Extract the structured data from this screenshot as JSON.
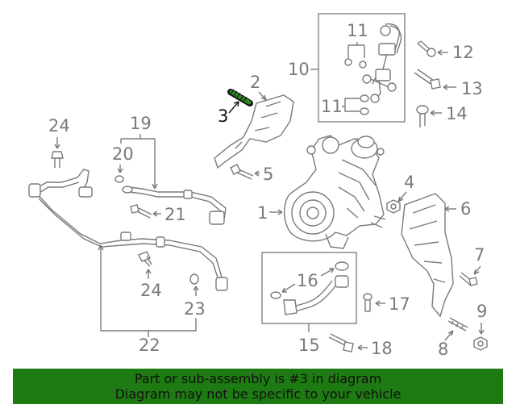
{
  "labels": {
    "l1": "1",
    "l2": "2",
    "l3": "3",
    "l4": "4",
    "l5": "5",
    "l6": "6",
    "l7": "7",
    "l8": "8",
    "l9": "9",
    "l10": "10",
    "l11a": "11",
    "l11b": "11",
    "l12": "12",
    "l13": "13",
    "l14": "14",
    "l15": "15",
    "l16": "16",
    "l17": "17",
    "l18": "18",
    "l19": "19",
    "l20": "20",
    "l21": "21",
    "l22": "22",
    "l23": "23",
    "l24a": "24",
    "l24b": "24"
  },
  "highlight_color": "#2a8a1f",
  "banner": {
    "line1": "Part or sub-assembly is #3 in diagram",
    "line2": "Diagram may not be specific to your vehicle",
    "background": "#1e7a12"
  }
}
